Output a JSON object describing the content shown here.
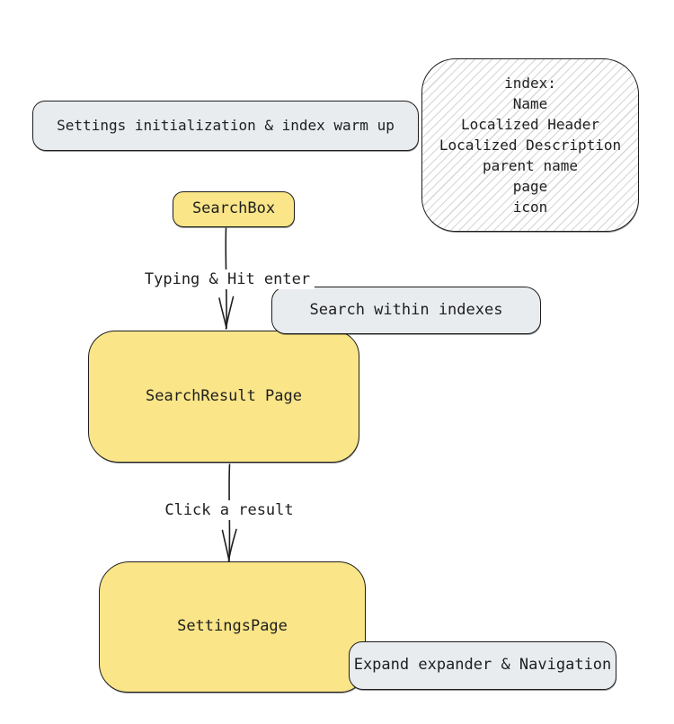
{
  "app": {
    "type": "flow-diagram"
  },
  "palette": {
    "canvas_bg": "#ffffff",
    "stroke": "#1e1e1e",
    "text": "#1e1e1e",
    "gray_fill": "#e9ecef",
    "yellow_fill": "#fae588",
    "hatch_line": "#d6d6d6"
  },
  "nodes": {
    "settings_init": {
      "label": "Settings initialization & index warm up"
    },
    "index_note": {
      "lines": [
        "index:",
        "Name",
        "Localized Header",
        "Localized Description",
        "parent name",
        "page",
        "icon"
      ]
    },
    "search_box": {
      "label": "SearchBox"
    },
    "search_within": {
      "label": "Search within indexes"
    },
    "search_result": {
      "label": "SearchResult Page"
    },
    "settings_page": {
      "label": "SettingsPage"
    },
    "expand_nav": {
      "label": "Expand expander & Navigation"
    }
  },
  "edges": {
    "typing": {
      "label": "Typing & Hit enter",
      "from": "search_box",
      "to": "search_result"
    },
    "click": {
      "label": "Click a result",
      "from": "search_result",
      "to": "settings_page"
    }
  }
}
